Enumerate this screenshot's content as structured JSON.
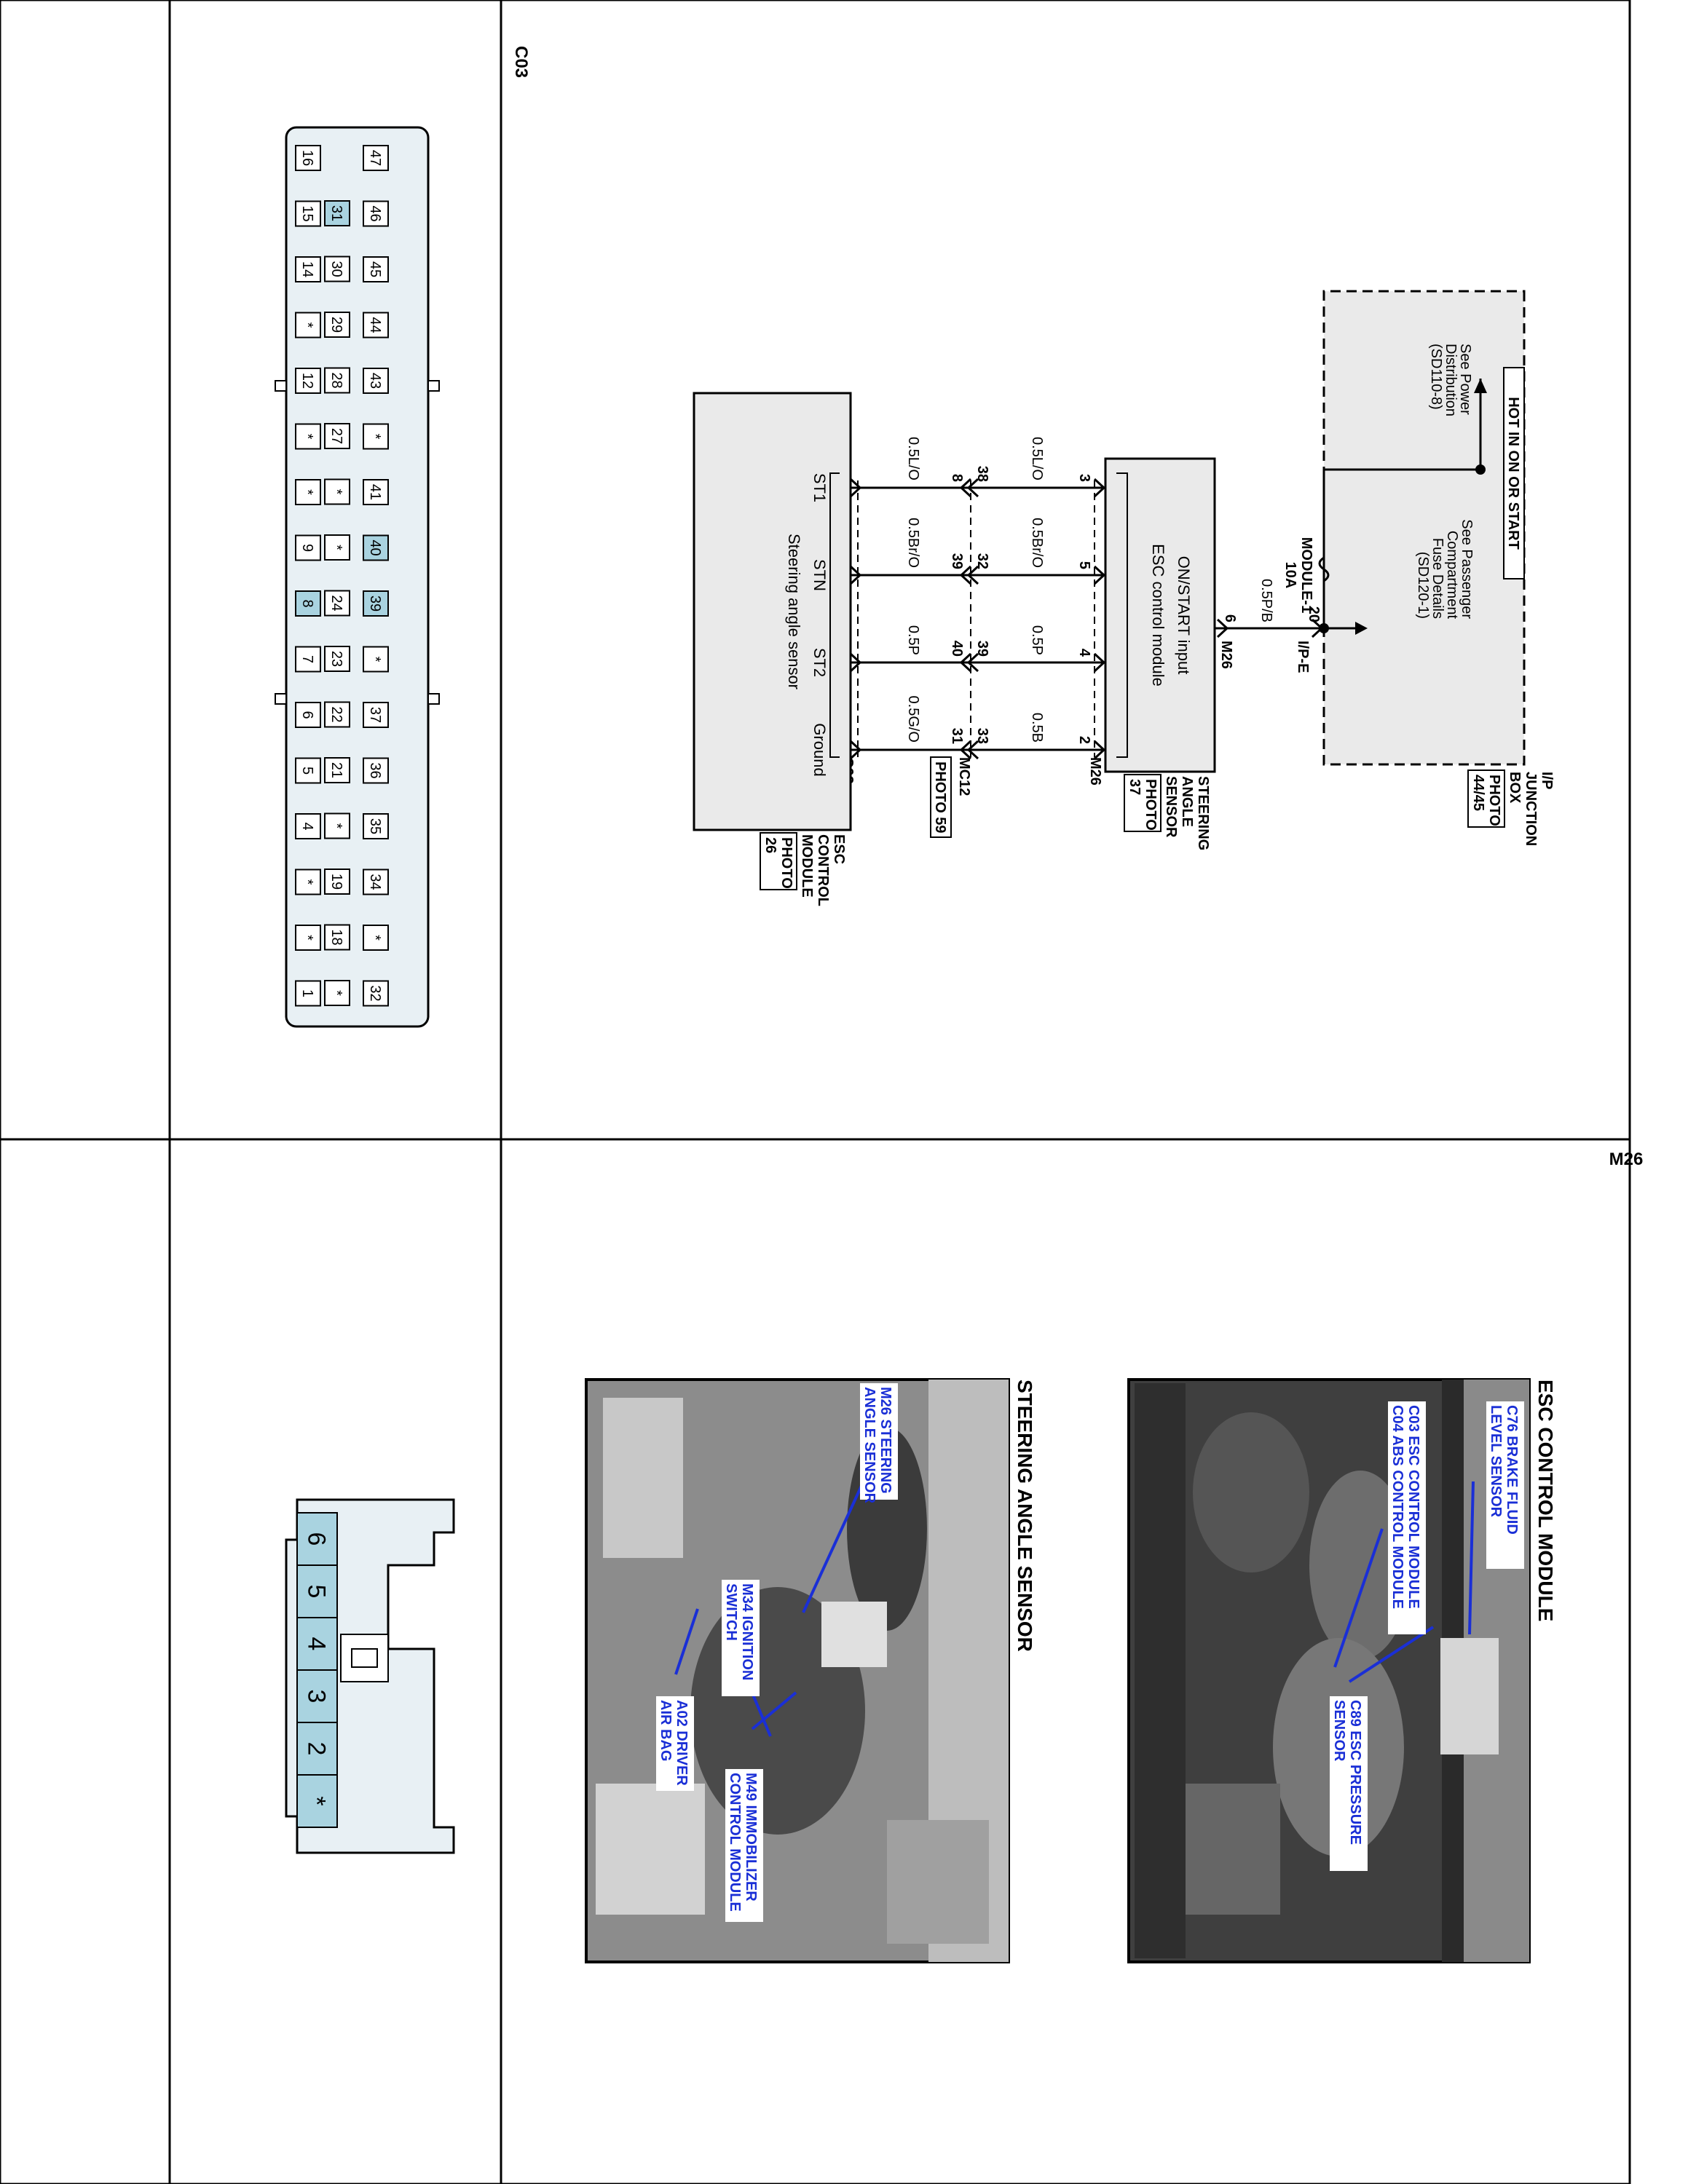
{
  "diagram": {
    "power": {
      "hot_label": "HOT IN ON OR START",
      "note_power": [
        "See Power",
        "Distribution",
        "(SD110-8)"
      ],
      "note_fuse": [
        "See Passenger",
        "Compartment",
        "Fuse Details",
        "(SD120-1)"
      ],
      "fuse_name": "MODULE-1",
      "fuse_rating": "10A",
      "junction_box": [
        "I/P",
        "JUNCTION",
        "BOX"
      ],
      "junction_photo": [
        "PHOTO",
        "44/45"
      ]
    },
    "wire_power": {
      "pin_top": "20",
      "connector_top": "I/P-E",
      "color": "0.5P/B",
      "pin_bottom": "6",
      "connector_bottom": "M26"
    },
    "steering_sensor": {
      "inner_top": "ON/START input",
      "inner_bottom": "ESC control module",
      "title": [
        "STEERING",
        "ANGLE",
        "SENSOR"
      ],
      "photo": [
        "PHOTO",
        "37"
      ],
      "connector": "M26",
      "pins": [
        "3",
        "5",
        "4",
        "2"
      ]
    },
    "inline_connector": {
      "name": "MC12",
      "photo": "PHOTO 59",
      "pins_upper": [
        "38",
        "32",
        "39",
        "33"
      ],
      "pins_lower": [
        "8",
        "39",
        "40",
        "31"
      ]
    },
    "wires_upper": [
      "0.5L/O",
      "0.5Br/O",
      "0.5P",
      "0.5B"
    ],
    "wires_lower": [
      "0.5L/O",
      "0.5Br/O",
      "0.5P",
      "0.5G/O"
    ],
    "esc_module": {
      "signals": [
        "ST1",
        "STN",
        "ST2",
        "Ground"
      ],
      "inner_label": "Steering angle sensor",
      "connector": "C03",
      "title": [
        "ESC",
        "CONTROL",
        "MODULE"
      ],
      "photo": [
        "PHOTO",
        "26"
      ]
    }
  },
  "connector_c03": {
    "label": "C03",
    "row_top": [
      "16",
      "15",
      "14",
      "*",
      "12",
      "*",
      "*",
      "9",
      "8",
      "7",
      "6",
      "5",
      "4",
      "*",
      "*",
      "1"
    ],
    "row_mid": [
      "31",
      "30",
      "29",
      "28",
      "27",
      "*",
      "*",
      "24",
      "23",
      "22",
      "21",
      "*",
      "19",
      "18",
      "*"
    ],
    "row_bot": [
      "47",
      "46",
      "45",
      "44",
      "43",
      "*",
      "41",
      "40",
      "39",
      "*",
      "37",
      "36",
      "35",
      "34",
      "*",
      "32"
    ]
  },
  "connector_m26": {
    "label": "M26",
    "pins": [
      "6",
      "5",
      "4",
      "3",
      "2",
      "*"
    ]
  },
  "photos": {
    "esc": {
      "title": "ESC CONTROL MODULE",
      "callouts": [
        [
          "C76 BRAKE FLUID",
          "LEVEL SENSOR"
        ],
        [
          "C03 ESC CONTROL MODULE",
          "C04 ABS CONTROL MODULE"
        ],
        [
          "C89 ESC PRESSURE",
          "SENSOR"
        ]
      ]
    },
    "steering": {
      "title": "STEERING ANGLE SENSOR",
      "callouts": [
        [
          "M26 STEERING",
          "ANGLE SENSOR"
        ],
        [
          "A02 DRIVER",
          "AIR BAG"
        ],
        [
          "M34 IGNITION",
          "SWITCH"
        ],
        [
          "M49 IMMOBILIZER",
          "CONTROL MODULE"
        ]
      ]
    }
  },
  "colors": {
    "highlight_pin": "#a9d3e0",
    "connector_fill": "#e8f0f4",
    "box_fill": "#eaeaea",
    "callout_text": "#1a2fd6"
  }
}
